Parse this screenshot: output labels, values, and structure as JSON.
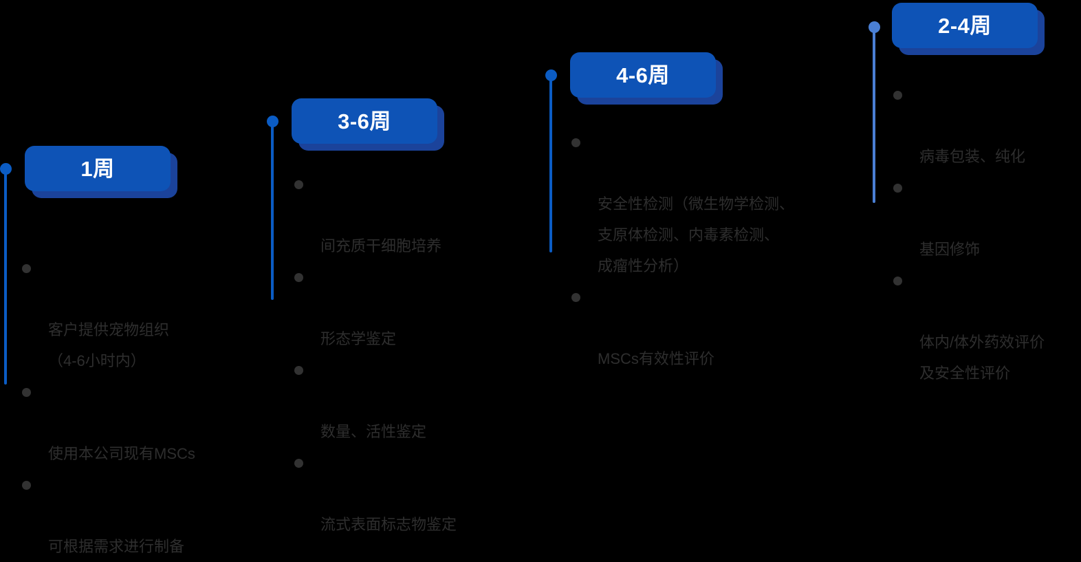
{
  "diagram": {
    "type": "timeline",
    "background_color": "#000000",
    "accent_color": "#0e53b6",
    "line_color": "#0b5cc4",
    "line_color_light": "#4a7fd4",
    "text_color": "#2e2e2e",
    "stages": [
      {
        "badge_label": "1周",
        "items": [
          "客户提供宠物组织\n（4-6小时内）",
          "使用本公司现有MSCs",
          "可根据需求进行制备"
        ]
      },
      {
        "badge_label": "3-6周",
        "items": [
          "间充质干细胞培养",
          "形态学鉴定",
          "数量、活性鉴定",
          "流式表面标志物鉴定"
        ]
      },
      {
        "badge_label": "4-6周",
        "items": [
          "安全性检测（微生物学检测、\n支原体检测、内毒素检测、\n成瘤性分析）",
          "MSCs有效性评价"
        ]
      },
      {
        "badge_label": "2-4周",
        "items": [
          "病毒包装、纯化",
          "基因修饰",
          "体内/体外药效评价\n及安全性评价"
        ]
      }
    ]
  }
}
